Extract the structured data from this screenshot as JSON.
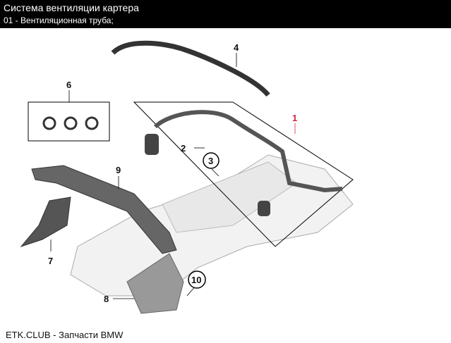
{
  "header": {
    "title": "Система вентиляции картера",
    "subtitle": "01 - Вентиляционная труба;"
  },
  "callouts": {
    "p1": "1",
    "p2": "2",
    "p3": "3",
    "p4": "4",
    "p6": "6",
    "p7": "7",
    "p8": "8",
    "p9": "9",
    "p10": "10"
  },
  "footer": {
    "text": "ETK.CLUB - Запчасти BMW"
  },
  "colors": {
    "highlight": "#d0283a"
  }
}
